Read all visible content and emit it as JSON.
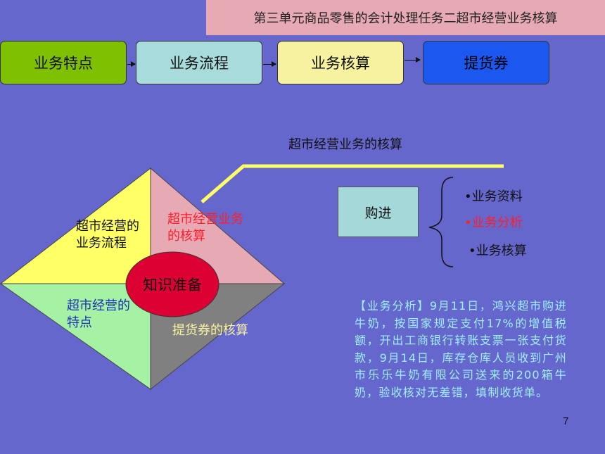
{
  "header": {
    "title": "第三单元商品零售的会计处理任务二超市经营业务核算"
  },
  "nav": {
    "items": [
      {
        "label": "业务特点",
        "color": "#7fc100"
      },
      {
        "label": "业务流程",
        "color": "#a8dcdc"
      },
      {
        "label": "业务核算",
        "color": "#f7f2a0"
      },
      {
        "label": "提货券",
        "color": "#1c57f0"
      }
    ]
  },
  "section": {
    "subtitle": "超市经营业务的核算"
  },
  "purchase": {
    "box_label": "购进",
    "bullets": [
      "•业务资料",
      "•业务分析",
      "•业务核算"
    ]
  },
  "diagram": {
    "top_left": "超市经营的业务流程",
    "top_right": "超市经营业务的核算",
    "bottom_left": "超市经营的特点",
    "bottom_right": "提货券的核算",
    "center": "知识准备",
    "colors": {
      "top_left": "#ffff66",
      "top_right": "#e7a9b4",
      "bottom_left": "#a5f2a5",
      "bottom_right": "#808080",
      "center": "#dd0033"
    }
  },
  "analysis": {
    "text": "【业务分析】9月11日，鸿兴超市购进牛奶，按国家规定支付17%的增值税额，开出工商银行转账支票一张支付货款，9月14日，库存仓库人员收到广州市乐乐牛奶有限公司送来的200箱牛奶，验收核对无差错，填制收货单。"
  },
  "page": {
    "number": "7"
  }
}
